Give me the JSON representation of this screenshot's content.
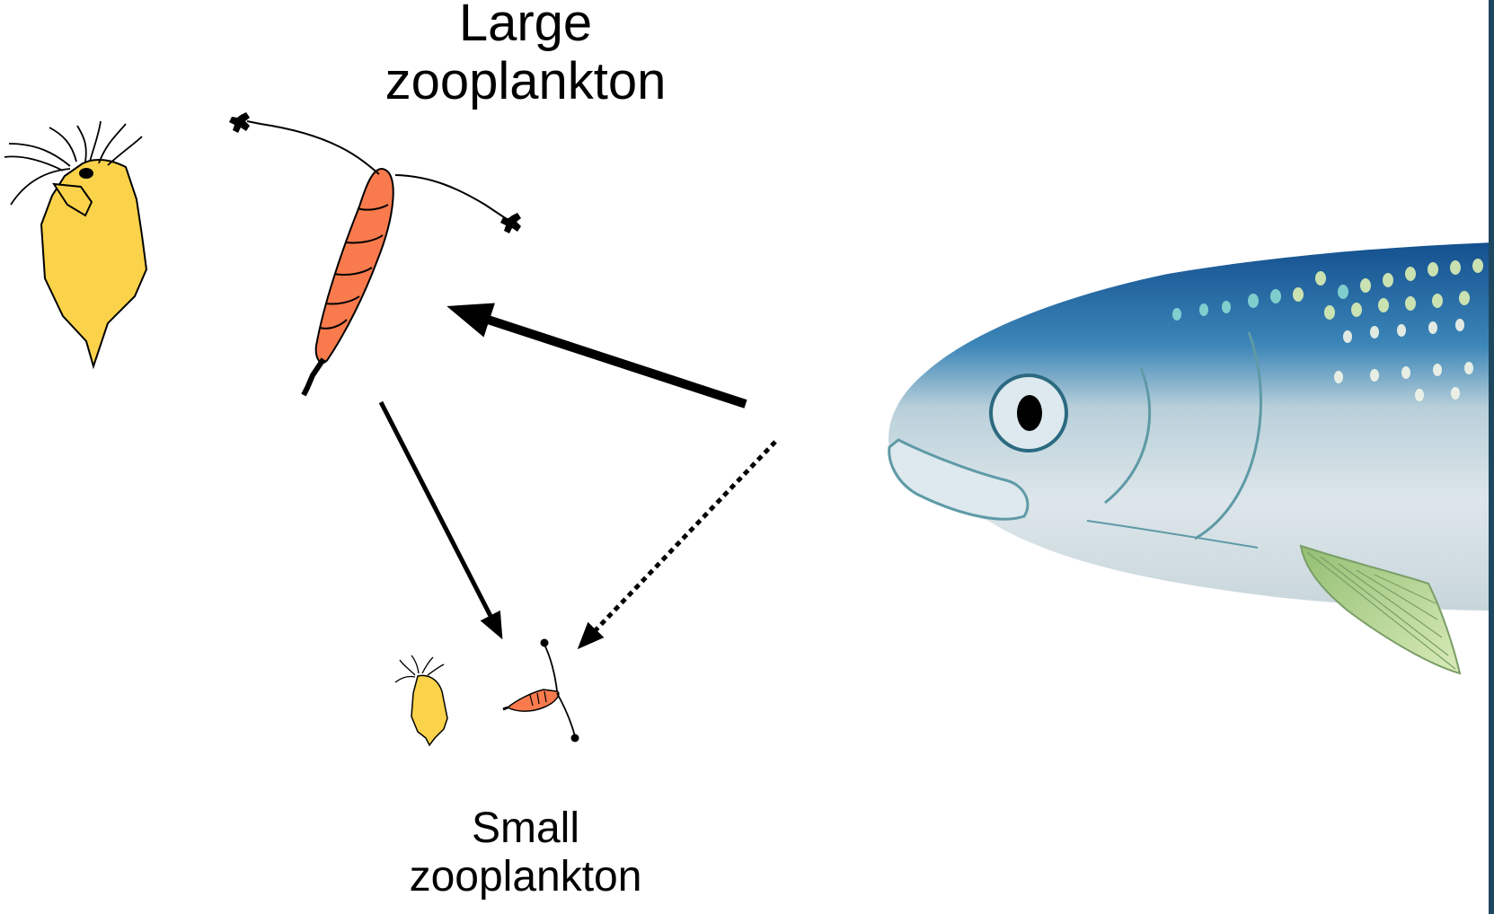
{
  "labels": {
    "large": {
      "line1": "Large",
      "line2": "zooplankton"
    },
    "small": {
      "line1": "Small",
      "line2": "zooplankton"
    }
  },
  "colors": {
    "daphnia_fill": "#FBD34A",
    "copepod_fill": "#F97B4D",
    "fish_back": "#1F5A96",
    "fish_body": "#DDE6EA",
    "fin": "#B7D59B",
    "arrow": "#000000",
    "edge_bar": "#1E4860"
  },
  "icons": {
    "large_daphnia": "daphnia-icon",
    "large_copepod": "copepod-icon",
    "small_daphnia": "daphnia-icon",
    "small_copepod": "copepod-icon",
    "fish": "fish-icon"
  },
  "arrows": [
    {
      "from": "fish",
      "to": "large zooplankton",
      "style": "thick solid"
    },
    {
      "from": "large zooplankton",
      "to": "small zooplankton",
      "style": "solid"
    },
    {
      "from": "fish",
      "to": "small zooplankton",
      "style": "dotted"
    }
  ]
}
